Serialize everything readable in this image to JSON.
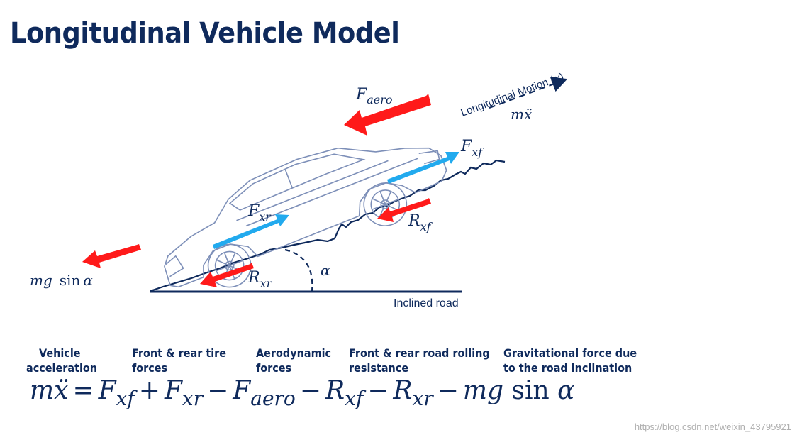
{
  "title": "Longitudinal Vehicle Model",
  "diagram": {
    "labels": {
      "f_aero": "F",
      "f_aero_sub": "aero",
      "motion": "Longitudinal Motion (",
      "motion_var": "x",
      "motion_close": ")",
      "m_xdd": "mẍ",
      "f_xf": "F",
      "f_xf_sub": "xf",
      "f_xr": "F",
      "f_xr_sub": "xr",
      "r_xf": "R",
      "r_xf_sub": "xf",
      "r_xr": "R",
      "r_xr_sub": "xr",
      "alpha": "α",
      "gravity": "mg",
      "gravity_fn": "sin",
      "gravity_angle": "α",
      "road": "Inclined road"
    },
    "colors": {
      "force_red": "#ff1a1a",
      "force_blue": "#22aaee",
      "ink": "#0f2a5c",
      "car_line": "#7d8fb8"
    }
  },
  "terms": [
    {
      "line1": "Vehicle",
      "line2": "acceleration"
    },
    {
      "line1": "Front & rear tire",
      "line2": "forces"
    },
    {
      "line1": "Aerodynamic",
      "line2": "forces"
    },
    {
      "line1": "Front & rear road rolling",
      "line2": "resistance"
    },
    {
      "line1": "Gravitational force due",
      "line2": "to the road inclination"
    }
  ],
  "equation": {
    "lhs": "mẍ",
    "eq": "=",
    "t1": "F",
    "t1_sub": "xf",
    "op1": "+",
    "t2": "F",
    "t2_sub": "xr",
    "op2": "−",
    "t3": "F",
    "t3_sub": "aero",
    "op3": "−",
    "t4": "R",
    "t4_sub": "xf",
    "op4": "−",
    "t5": "R",
    "t5_sub": "xr",
    "op5": "−",
    "t6": "mg",
    "t6_fn": "sin",
    "t6_angle": "α"
  },
  "watermark": "https://blog.csdn.net/weixin_43795921"
}
